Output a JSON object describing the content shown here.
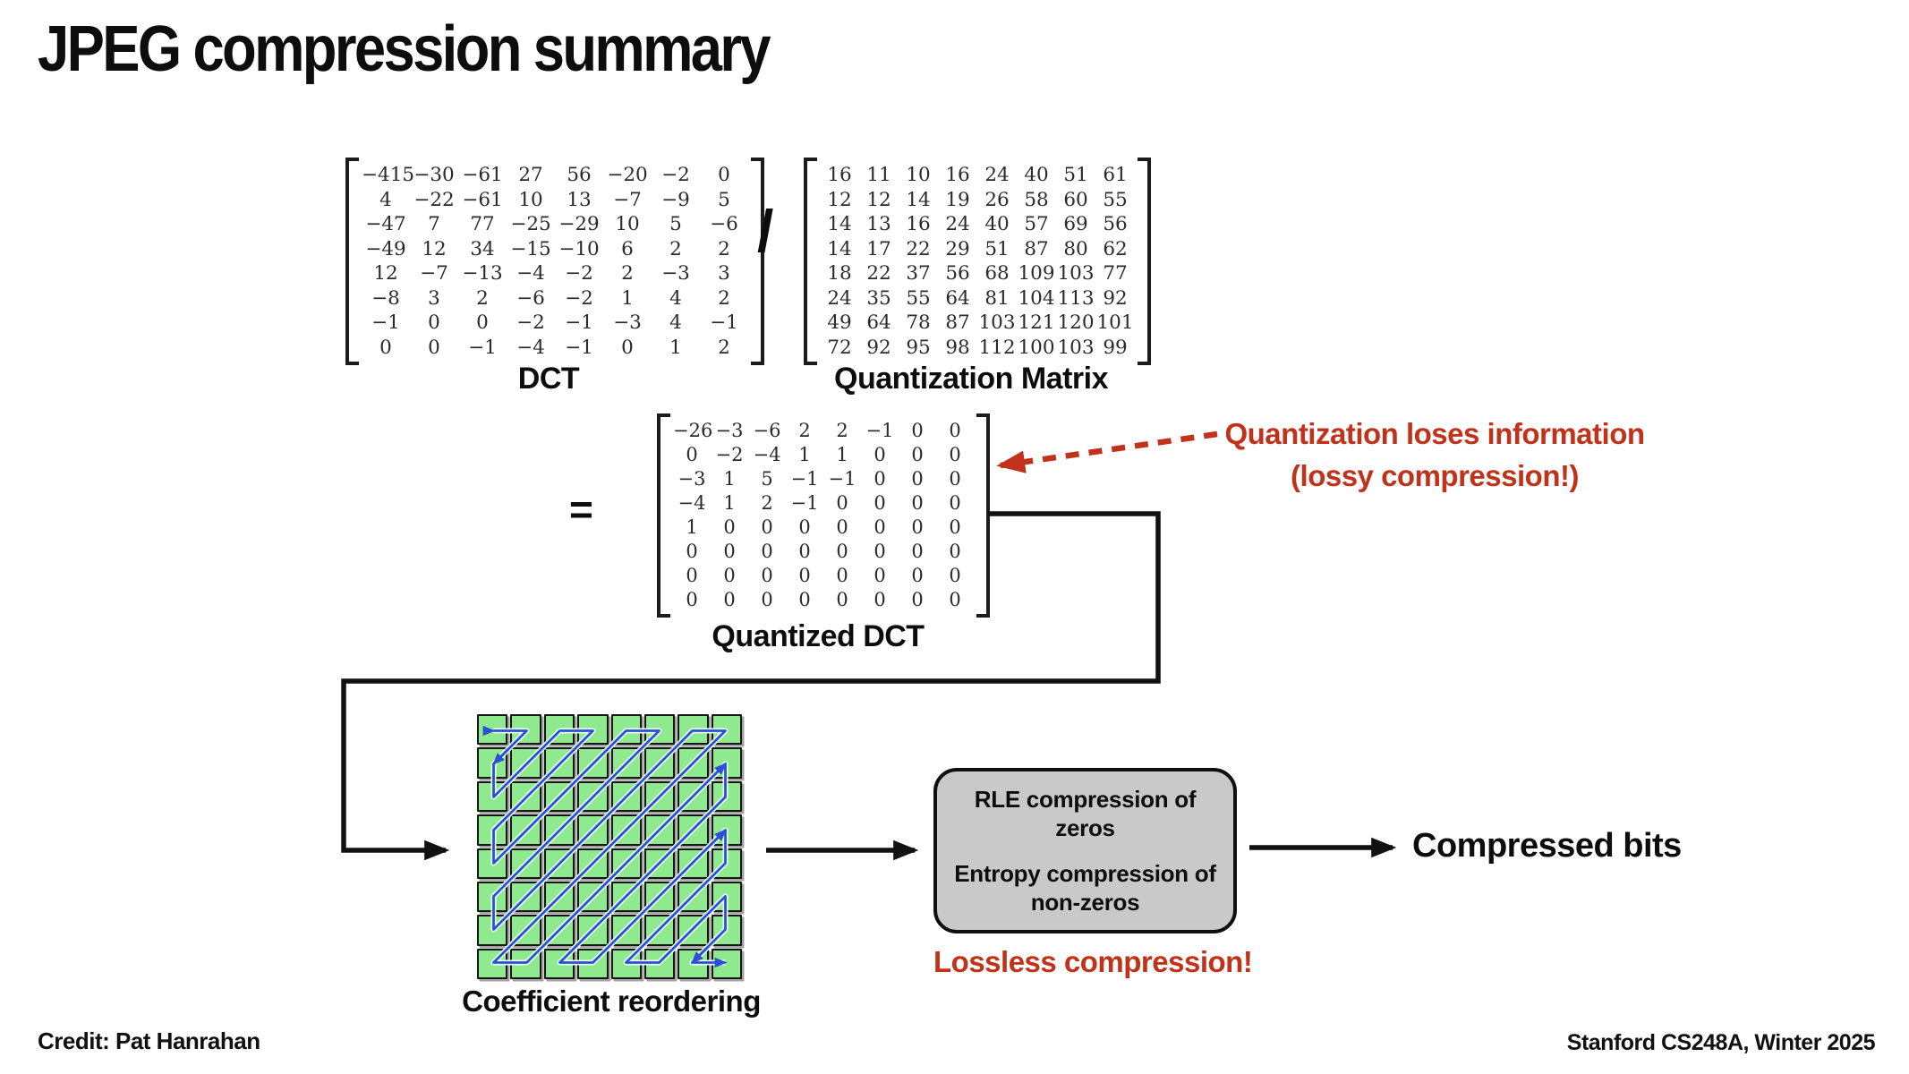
{
  "slide": {
    "title": "JPEG compression summary",
    "credit": "Credit: Pat Hanrahan",
    "footer": "Stanford CS248A, Winter 2025"
  },
  "operators": {
    "divide": "/",
    "equals": "="
  },
  "matrices": {
    "dct": {
      "label": "DCT",
      "rows": [
        [
          -415,
          -30,
          -61,
          27,
          56,
          -20,
          -2,
          0
        ],
        [
          4,
          -22,
          -61,
          10,
          13,
          -7,
          -9,
          5
        ],
        [
          -47,
          7,
          77,
          -25,
          -29,
          10,
          5,
          -6
        ],
        [
          -49,
          12,
          34,
          -15,
          -10,
          6,
          2,
          2
        ],
        [
          12,
          -7,
          -13,
          -4,
          -2,
          2,
          -3,
          3
        ],
        [
          -8,
          3,
          2,
          -6,
          -2,
          1,
          4,
          2
        ],
        [
          -1,
          0,
          0,
          -2,
          -1,
          -3,
          4,
          -1
        ],
        [
          0,
          0,
          -1,
          -4,
          -1,
          0,
          1,
          2
        ]
      ]
    },
    "quantization": {
      "label": "Quantization Matrix",
      "rows": [
        [
          16,
          11,
          10,
          16,
          24,
          40,
          51,
          61
        ],
        [
          12,
          12,
          14,
          19,
          26,
          58,
          60,
          55
        ],
        [
          14,
          13,
          16,
          24,
          40,
          57,
          69,
          56
        ],
        [
          14,
          17,
          22,
          29,
          51,
          87,
          80,
          62
        ],
        [
          18,
          22,
          37,
          56,
          68,
          109,
          103,
          77
        ],
        [
          24,
          35,
          55,
          64,
          81,
          104,
          113,
          92
        ],
        [
          49,
          64,
          78,
          87,
          103,
          121,
          120,
          101
        ],
        [
          72,
          92,
          95,
          98,
          112,
          100,
          103,
          99
        ]
      ]
    },
    "quantized": {
      "label": "Quantized DCT",
      "rows": [
        [
          -26,
          -3,
          -6,
          2,
          2,
          -1,
          0,
          0
        ],
        [
          0,
          -2,
          -4,
          1,
          1,
          0,
          0,
          0
        ],
        [
          -3,
          1,
          5,
          -1,
          -1,
          0,
          0,
          0
        ],
        [
          -4,
          1,
          2,
          -1,
          0,
          0,
          0,
          0
        ],
        [
          1,
          0,
          0,
          0,
          0,
          0,
          0,
          0
        ],
        [
          0,
          0,
          0,
          0,
          0,
          0,
          0,
          0
        ],
        [
          0,
          0,
          0,
          0,
          0,
          0,
          0,
          0
        ],
        [
          0,
          0,
          0,
          0,
          0,
          0,
          0,
          0
        ]
      ]
    }
  },
  "annotations": {
    "lossy_line1": "Quantization loses information",
    "lossy_line2": "(lossy compression!)",
    "lossless": "Lossless compression!",
    "accent_red": "#c0331a"
  },
  "flow": {
    "reordering_label": "Coefficient reordering",
    "rle_line1": "RLE compression of zeros",
    "rle_line2": "Entropy compression of non-zeros",
    "output_label": "Compressed bits"
  },
  "zigzag": {
    "grid_size": 8,
    "cell_color": "#8fe98f",
    "path_color": "#2b50d4"
  }
}
